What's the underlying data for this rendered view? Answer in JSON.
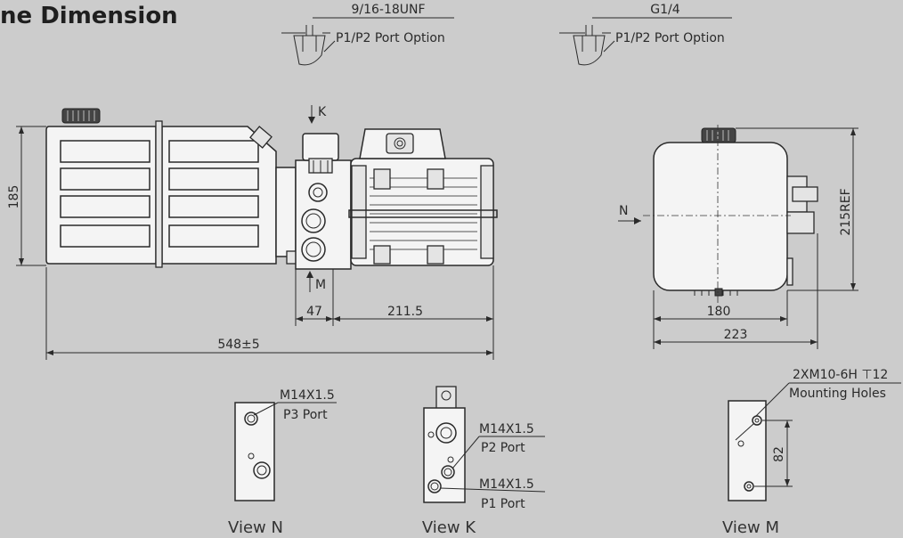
{
  "title": "ne Dimension",
  "port_options": [
    {
      "thread": "9/16-18UNF",
      "label": "P1/P2 Port Option"
    },
    {
      "thread": "G1/4",
      "label": "P1/P2 Port Option"
    }
  ],
  "side_view": {
    "arrow_k": "K",
    "arrow_m": "M",
    "dim_height": "185",
    "dim_47": "47",
    "dim_211": "211.5",
    "dim_total": "548±5"
  },
  "end_view": {
    "arrow_n": "N",
    "dim_height": "215REF",
    "dim_180": "180",
    "dim_223": "223"
  },
  "view_n": {
    "thread": "M14X1.5",
    "port": "P3 Port",
    "caption": "View N"
  },
  "view_k": {
    "p2_thread": "M14X1.5",
    "p2_port": "P2 Port",
    "p1_thread": "M14X1.5",
    "p1_port": "P1 Port",
    "caption": "View K"
  },
  "view_m": {
    "holes_thread": "2XM10-6H ⊤12",
    "holes_label": "Mounting Holes",
    "dim_82": "82",
    "caption": "View M"
  }
}
